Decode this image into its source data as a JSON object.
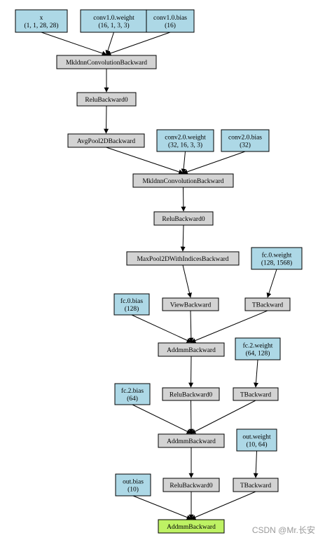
{
  "colors": {
    "param_fill": "#add8e6",
    "op_fill": "#d3d3d3",
    "output_fill": "#bef264",
    "edge": "#000000"
  },
  "nodes": {
    "x": {
      "lines": [
        "x",
        "(1, 1, 28, 28)"
      ],
      "kind": "param"
    },
    "conv1_w": {
      "lines": [
        "conv1.0.weight",
        "(16, 1, 3, 3)"
      ],
      "kind": "param"
    },
    "conv1_b": {
      "lines": [
        "conv1.0.bias",
        "(16)"
      ],
      "kind": "param"
    },
    "mkl1": {
      "lines": [
        "MkldnnConvolutionBackward"
      ],
      "kind": "op"
    },
    "relu1": {
      "lines": [
        "ReluBackward0"
      ],
      "kind": "op"
    },
    "avgpool": {
      "lines": [
        "AvgPool2DBackward"
      ],
      "kind": "op"
    },
    "conv2_w": {
      "lines": [
        "conv2.0.weight",
        "(32, 16, 3, 3)"
      ],
      "kind": "param"
    },
    "conv2_b": {
      "lines": [
        "conv2.0.bias",
        "(32)"
      ],
      "kind": "param"
    },
    "mkl2": {
      "lines": [
        "MkldnnConvolutionBackward"
      ],
      "kind": "op"
    },
    "relu2": {
      "lines": [
        "ReluBackward0"
      ],
      "kind": "op"
    },
    "maxpool": {
      "lines": [
        "MaxPool2DWithIndicesBackward"
      ],
      "kind": "op"
    },
    "fc0_w": {
      "lines": [
        "fc.0.weight",
        "(128, 1568)"
      ],
      "kind": "param"
    },
    "fc0_b": {
      "lines": [
        "fc.0.bias",
        "(128)"
      ],
      "kind": "param"
    },
    "view": {
      "lines": [
        "ViewBackward"
      ],
      "kind": "op"
    },
    "t1": {
      "lines": [
        "TBackward"
      ],
      "kind": "op"
    },
    "addmm1": {
      "lines": [
        "AddmmBackward"
      ],
      "kind": "op"
    },
    "fc2_w": {
      "lines": [
        "fc.2.weight",
        "(64, 128)"
      ],
      "kind": "param"
    },
    "fc2_b": {
      "lines": [
        "fc.2.bias",
        "(64)"
      ],
      "kind": "param"
    },
    "relu3": {
      "lines": [
        "ReluBackward0"
      ],
      "kind": "op"
    },
    "t2": {
      "lines": [
        "TBackward"
      ],
      "kind": "op"
    },
    "addmm2": {
      "lines": [
        "AddmmBackward"
      ],
      "kind": "op"
    },
    "out_w": {
      "lines": [
        "out.weight",
        "(10, 64)"
      ],
      "kind": "param"
    },
    "out_b": {
      "lines": [
        "out.bias",
        "(10)"
      ],
      "kind": "param"
    },
    "relu4": {
      "lines": [
        "ReluBackward0"
      ],
      "kind": "op"
    },
    "t3": {
      "lines": [
        "TBackward"
      ],
      "kind": "op"
    },
    "addmm3": {
      "lines": [
        "AddmmBackward"
      ],
      "kind": "op"
    }
  },
  "edges": [
    [
      "x",
      "mkl1"
    ],
    [
      "conv1_w",
      "mkl1"
    ],
    [
      "conv1_b",
      "mkl1"
    ],
    [
      "mkl1",
      "relu1"
    ],
    [
      "relu1",
      "avgpool"
    ],
    [
      "avgpool",
      "mkl2"
    ],
    [
      "conv2_w",
      "mkl2"
    ],
    [
      "conv2_b",
      "mkl2"
    ],
    [
      "mkl2",
      "relu2"
    ],
    [
      "relu2",
      "maxpool"
    ],
    [
      "maxpool",
      "view"
    ],
    [
      "fc0_w",
      "t1"
    ],
    [
      "fc0_b",
      "addmm1"
    ],
    [
      "view",
      "addmm1"
    ],
    [
      "t1",
      "addmm1"
    ],
    [
      "addmm1",
      "relu3"
    ],
    [
      "fc2_w",
      "t2"
    ],
    [
      "fc2_b",
      "addmm2"
    ],
    [
      "relu3",
      "addmm2"
    ],
    [
      "t2",
      "addmm2"
    ],
    [
      "addmm2",
      "relu4"
    ],
    [
      "out_w",
      "t3"
    ],
    [
      "out_b",
      "addmm3"
    ],
    [
      "relu4",
      "addmm3"
    ],
    [
      "t3",
      "addmm3"
    ]
  ],
  "watermark": "CSDN @Mr.长安"
}
